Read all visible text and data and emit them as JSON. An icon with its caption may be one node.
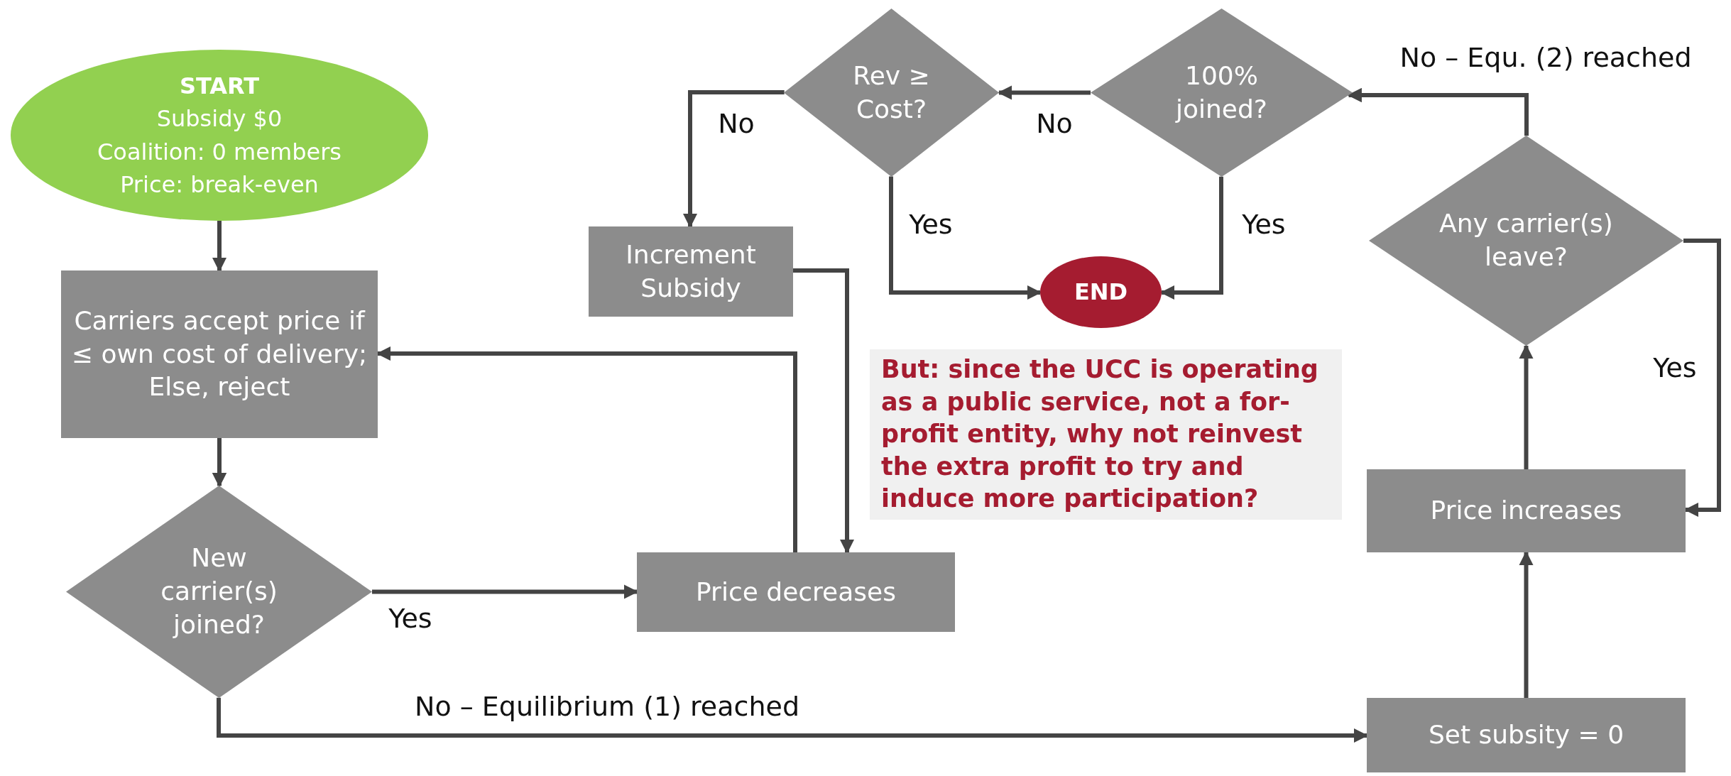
{
  "diagram": {
    "nodes": [
      {
        "text": [
          "START",
          "Subsidy $0",
          "Coalition: 0 members",
          "Price: break-even"
        ]
      },
      {
        "text": [
          "Carriers accept price if ≤ own cost of delivery;",
          "Else, reject"
        ]
      },
      {
        "text": [
          "New carrier(s) joined?"
        ]
      },
      {
        "text": [
          "Price decreases"
        ]
      },
      {
        "text": [
          "Increment Subsidy"
        ]
      },
      {
        "text": [
          "Rev ≥ Cost?"
        ]
      },
      {
        "text": [
          "100% joined?"
        ]
      },
      {
        "text": [
          "END"
        ]
      },
      {
        "text": [
          "Any carrier(s) leave?"
        ]
      },
      {
        "text": [
          "Price increases"
        ]
      },
      {
        "text": [
          "Set subsity = 0"
        ]
      },
      {
        "text": [
          "But: since the UCC is operating as a public service, not a for-profit entity, why not reinvest the extra profit to try and induce more participation?"
        ]
      }
    ],
    "edges": [
      {
        "from": 0,
        "to": 1,
        "arrow": "to"
      },
      {
        "from": 1,
        "to": 2,
        "arrow": "to"
      },
      {
        "from": 2,
        "to": 3,
        "arrow": "to",
        "label": "Yes"
      },
      {
        "from": 3,
        "to": 1,
        "arrow": "to"
      },
      {
        "from": 4,
        "to": 3,
        "arrow": "to"
      },
      {
        "from": 2,
        "to": 10,
        "arrow": "to",
        "label": "No – Equilibrium (1) reached"
      },
      {
        "from": 10,
        "to": 9,
        "arrow": "to"
      },
      {
        "from": 9,
        "to": 8,
        "arrow": "to"
      },
      {
        "from": 8,
        "to": 6,
        "arrow": "to",
        "label": "No – Equ. (2) reached"
      },
      {
        "from": 8,
        "to": 9,
        "arrow": "to",
        "label": "Yes"
      },
      {
        "from": 6,
        "to": 5,
        "arrow": "to",
        "label": "No"
      },
      {
        "from": 5,
        "to": 4,
        "arrow": "to",
        "label": "No"
      },
      {
        "from": 5,
        "to": 7,
        "arrow": "to",
        "label": "Yes"
      },
      {
        "from": 6,
        "to": 7,
        "arrow": "to",
        "label": "Yes"
      }
    ]
  }
}
